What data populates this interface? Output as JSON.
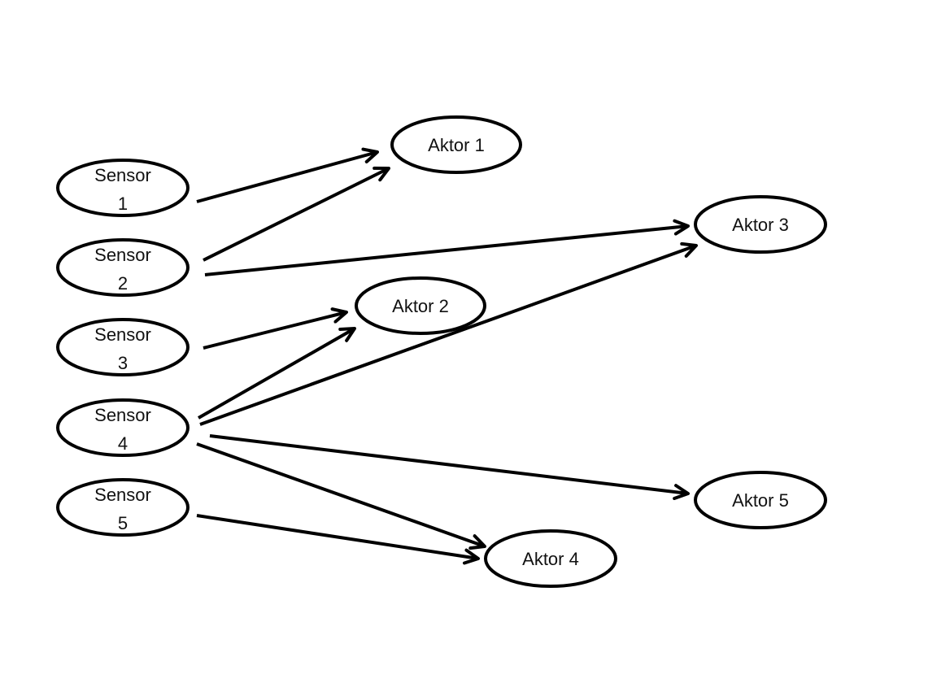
{
  "nodes": {
    "sensor1": {
      "line1": "Sensor",
      "line2": "1"
    },
    "sensor2": {
      "line1": "Sensor",
      "line2": "2"
    },
    "sensor3": {
      "line1": "Sensor",
      "line2": "3"
    },
    "sensor4": {
      "line1": "Sensor",
      "line2": "4"
    },
    "sensor5": {
      "line1": "Sensor",
      "line2": "5"
    },
    "aktor1": {
      "label": "Aktor 1"
    },
    "aktor2": {
      "label": "Aktor 2"
    },
    "aktor3": {
      "label": "Aktor 3"
    },
    "aktor4": {
      "label": "Aktor 4"
    },
    "aktor5": {
      "label": "Aktor 5"
    }
  },
  "edges": [
    {
      "from": "sensor1",
      "to": "aktor1"
    },
    {
      "from": "sensor2",
      "to": "aktor1"
    },
    {
      "from": "sensor2",
      "to": "aktor3"
    },
    {
      "from": "sensor3",
      "to": "aktor2"
    },
    {
      "from": "sensor4",
      "to": "aktor2"
    },
    {
      "from": "sensor4",
      "to": "aktor3"
    },
    {
      "from": "sensor4",
      "to": "aktor5"
    },
    {
      "from": "sensor4",
      "to": "aktor4"
    },
    {
      "from": "sensor5",
      "to": "aktor4"
    }
  ]
}
